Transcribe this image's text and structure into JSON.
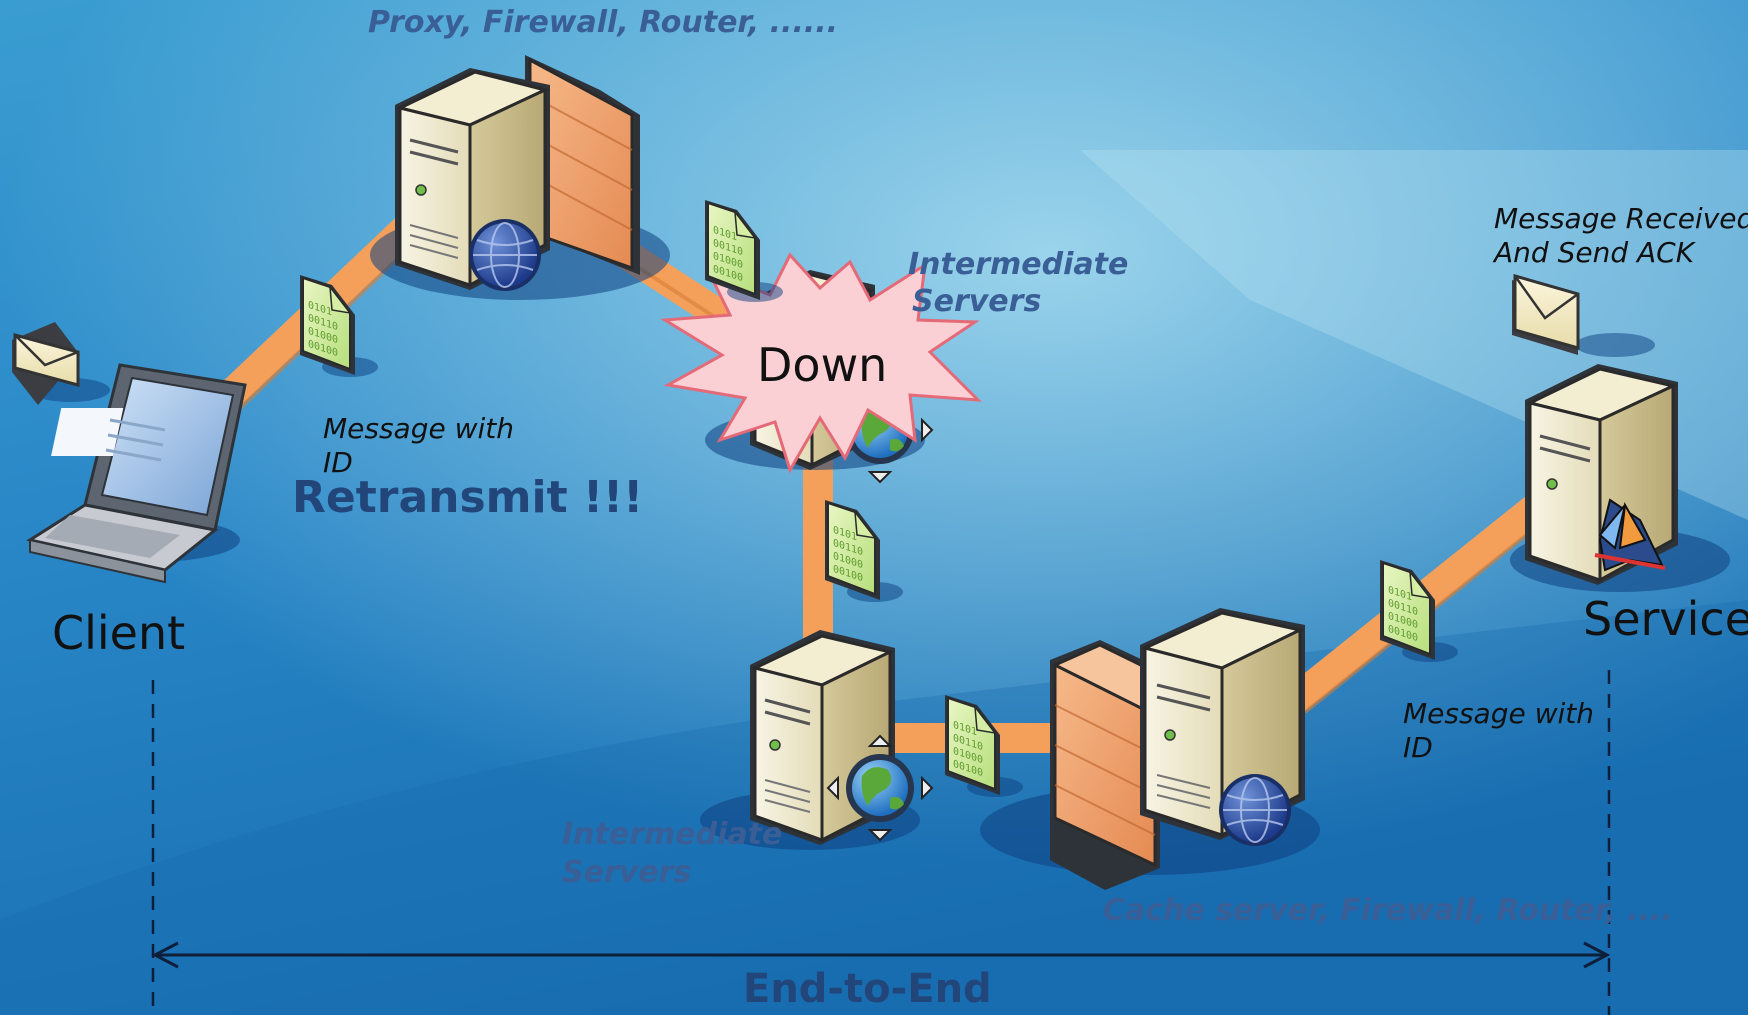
{
  "labels": {
    "top_devices": "Proxy, Firewall, Router, ......",
    "intermediate_top_line1": "Intermediate",
    "intermediate_top_line2": "Servers",
    "intermediate_bottom_line1": "Intermediate",
    "intermediate_bottom_line2": "Servers",
    "msg_with_id_left_line1": "Message with",
    "msg_with_id_left_line2": "ID",
    "retransmit": "Retransmit !!!",
    "client": "Client",
    "service": "Service",
    "msg_received_line1": "Message Received",
    "msg_received_line2": "And  Send ACK",
    "msg_with_id_right_line1": "Message with",
    "msg_with_id_right_line2": "ID",
    "bottom_devices": "Cache server, Firewall, Router, ....",
    "down": "Down",
    "end_to_end": "End-to-End"
  },
  "doc_bits": [
    "0101",
    "00110",
    "01000",
    "00100"
  ],
  "colors": {
    "background_light": "#9fd4ea",
    "background_dark": "#1a73b4",
    "link": "#f4a05a",
    "title_blue": "#3a5e96",
    "burst_fill": "#fbd0d4",
    "burst_stroke": "#e46a78"
  }
}
